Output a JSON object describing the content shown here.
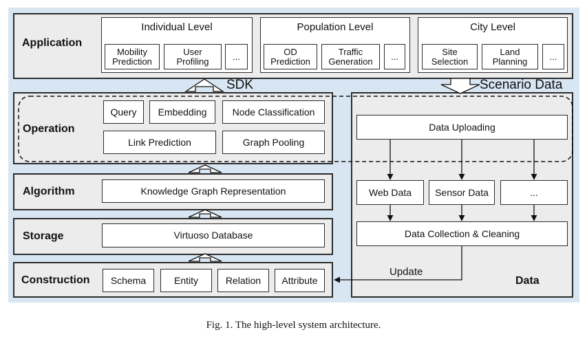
{
  "application": {
    "title": "Application",
    "groups": [
      {
        "title": "Individual Level",
        "items": [
          "Mobility\nPrediction",
          "User\nProfiling",
          "..."
        ]
      },
      {
        "title": "Population Level",
        "items": [
          "OD\nPrediction",
          "Traffic\nGeneration",
          "..."
        ]
      },
      {
        "title": "City Level",
        "items": [
          "Site\nSelection",
          "Land\nPlanning",
          "..."
        ]
      }
    ]
  },
  "labels": {
    "sdk": "SDK",
    "scenario_data": "Scenario Data",
    "update": "Update"
  },
  "operation": {
    "title": "Operation",
    "query": "Query",
    "embedding": "Embedding",
    "node_classification": "Node Classification",
    "link_prediction": "Link Prediction",
    "graph_pooling": "Graph Pooling"
  },
  "algorithm": {
    "title": "Algorithm",
    "kgr": "Knowledge Graph Representation"
  },
  "storage": {
    "title": "Storage",
    "db": "Virtuoso Database"
  },
  "construction": {
    "title": "Construction",
    "items": [
      "Schema",
      "Entity",
      "Relation",
      "Attribute"
    ]
  },
  "data": {
    "title": "Data",
    "uploading": "Data Uploading",
    "web": "Web Data",
    "sensor": "Sensor Data",
    "more": "...",
    "collection": "Data Collection & Cleaning"
  },
  "caption": "Fig. 1.  The high-level system architecture."
}
